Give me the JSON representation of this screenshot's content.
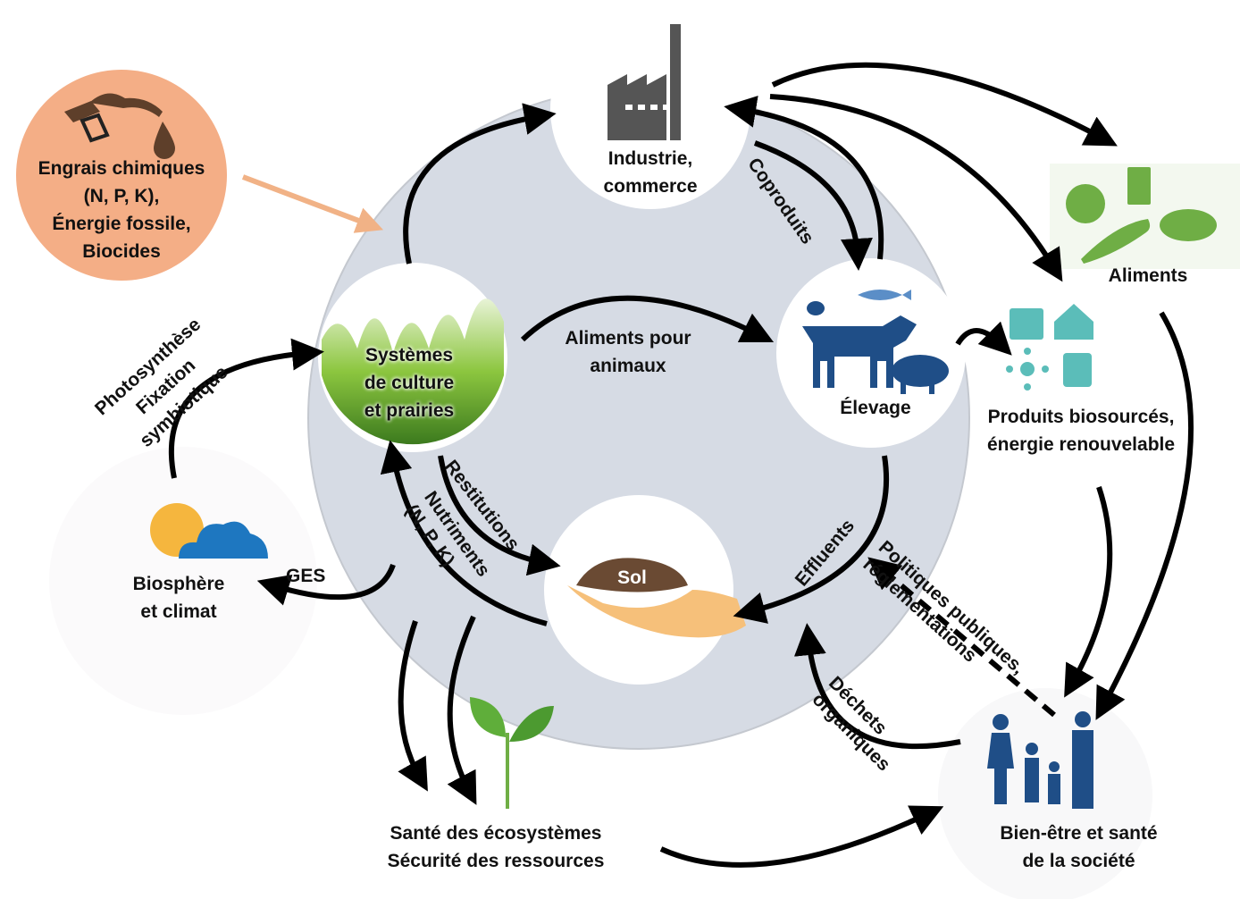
{
  "colors": {
    "hub": "#d6dbe4",
    "input": "#f4ae86",
    "arrow": "#000000",
    "input_arrow": "#f1b286",
    "livestock": "#1f4e87",
    "products": "#5bbdb9",
    "food": "#6fae45",
    "society": "#1f4e87"
  },
  "nodes": {
    "inputs": {
      "lines": [
        "Engrais chimiques",
        "(N, P, K),",
        "Énergie fossile,",
        "Biocides"
      ],
      "icon": "fuel-nozzle-icon"
    },
    "industry": {
      "lines": [
        "Industrie,",
        "commerce"
      ],
      "icon": "factory-icon"
    },
    "crops": {
      "lines": [
        "Systèmes",
        "de culture",
        "et prairies"
      ],
      "icon": "grass-wheat-icon"
    },
    "livestock": {
      "lines": [
        "Élevage"
      ],
      "icon": "cow-pig-chicken-fish-icon"
    },
    "soil": {
      "lines": [
        "Sol"
      ],
      "icon": "soil-hand-icon"
    },
    "biosphere": {
      "lines": [
        "Biosphère",
        "et climat"
      ],
      "icon": "sun-cloud-icon"
    },
    "food": {
      "lines": [
        "Aliments"
      ],
      "icon": "food-icon"
    },
    "biobased": {
      "lines": [
        "Produits biosourcés,",
        "énergie renouvelable"
      ],
      "icon": "biobased-products-icon"
    },
    "society": {
      "lines": [
        "Bien-être et santé",
        "de la société"
      ],
      "icon": "family-icon"
    },
    "ecosystems": {
      "lines": [
        "Santé des écosystèmes",
        "Sécurité des ressources"
      ],
      "icon": "seedling-icon"
    }
  },
  "flows": {
    "feed": [
      "Aliments pour",
      "animaux"
    ],
    "coproducts": "Coproduits",
    "restitutions": "Restitutions",
    "nutrients": [
      "Nutriments",
      "(N, P, K)"
    ],
    "effluents": "Effluents",
    "ges": "GES",
    "photosynthesis": [
      "Photosynthèse",
      "Fixation",
      "symbiotique"
    ],
    "policies": [
      "Politiques publiques,",
      "réglementations"
    ],
    "waste": [
      "Déchets",
      "organiques"
    ]
  }
}
